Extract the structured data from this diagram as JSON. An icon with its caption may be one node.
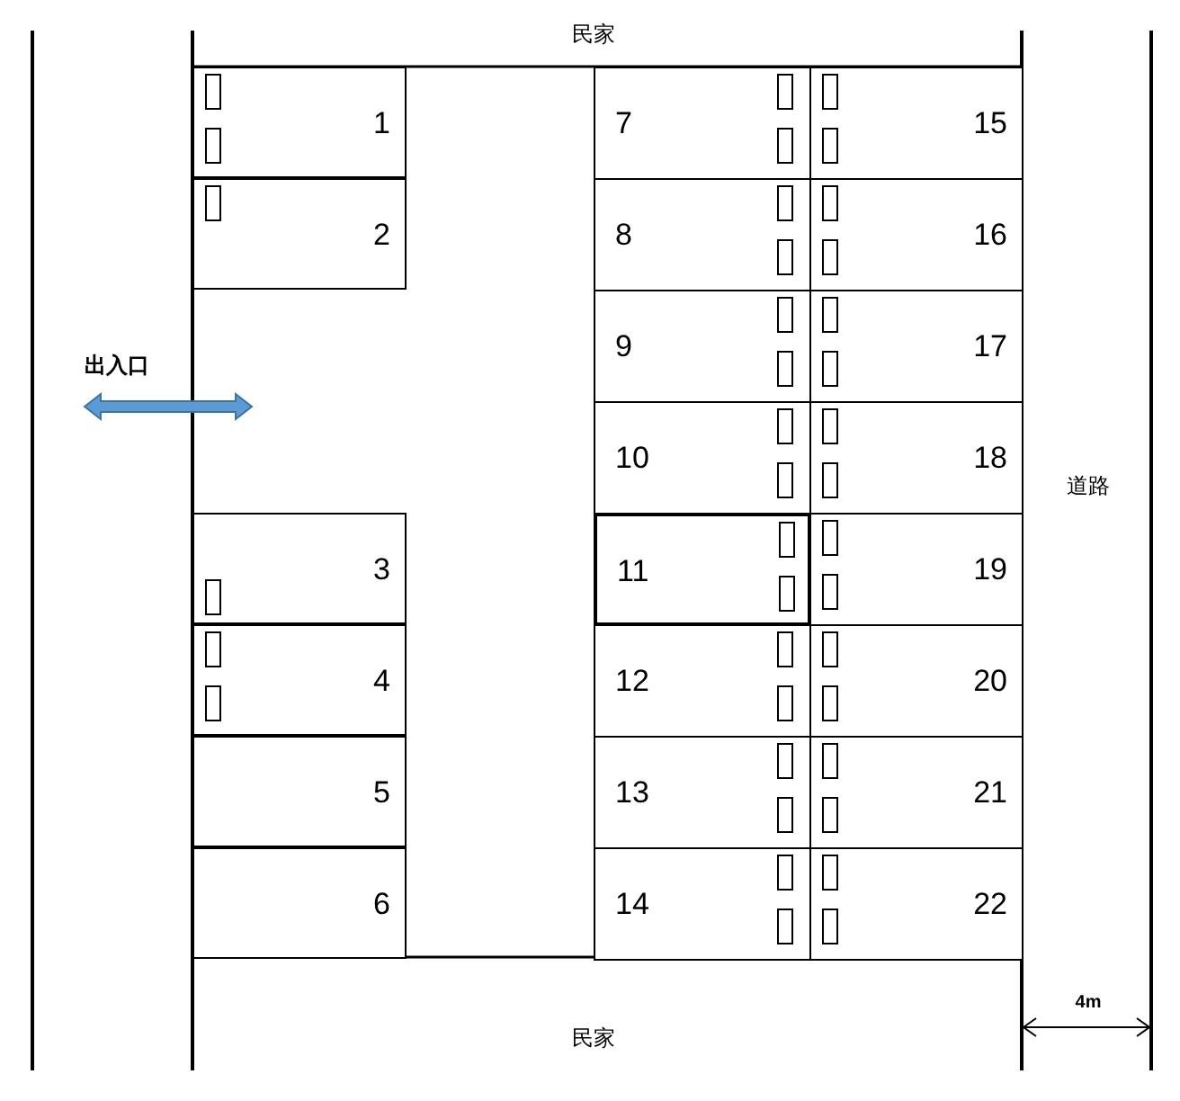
{
  "diagram": {
    "nodes": [
      {
        "text": [
          "1"
        ]
      },
      {
        "text": [
          "2"
        ]
      },
      {
        "text": [
          "3"
        ]
      },
      {
        "text": [
          "4"
        ]
      },
      {
        "text": [
          "5"
        ]
      },
      {
        "text": [
          "6"
        ]
      },
      {
        "text": [
          "7"
        ]
      },
      {
        "text": [
          "8"
        ]
      },
      {
        "text": [
          "9"
        ]
      },
      {
        "text": [
          "10"
        ]
      },
      {
        "text": [
          "11"
        ]
      },
      {
        "text": [
          "12"
        ]
      },
      {
        "text": [
          "13"
        ]
      },
      {
        "text": [
          "14"
        ]
      },
      {
        "text": [
          "15"
        ]
      },
      {
        "text": [
          "16"
        ]
      },
      {
        "text": [
          "17"
        ]
      },
      {
        "text": [
          "18"
        ]
      },
      {
        "text": [
          "19"
        ]
      },
      {
        "text": [
          "20"
        ]
      },
      {
        "text": [
          "21"
        ]
      },
      {
        "text": [
          "22"
        ]
      }
    ],
    "edges": [],
    "labels": [
      "民家",
      "出入口",
      "道路",
      "4m",
      "民家"
    ]
  }
}
